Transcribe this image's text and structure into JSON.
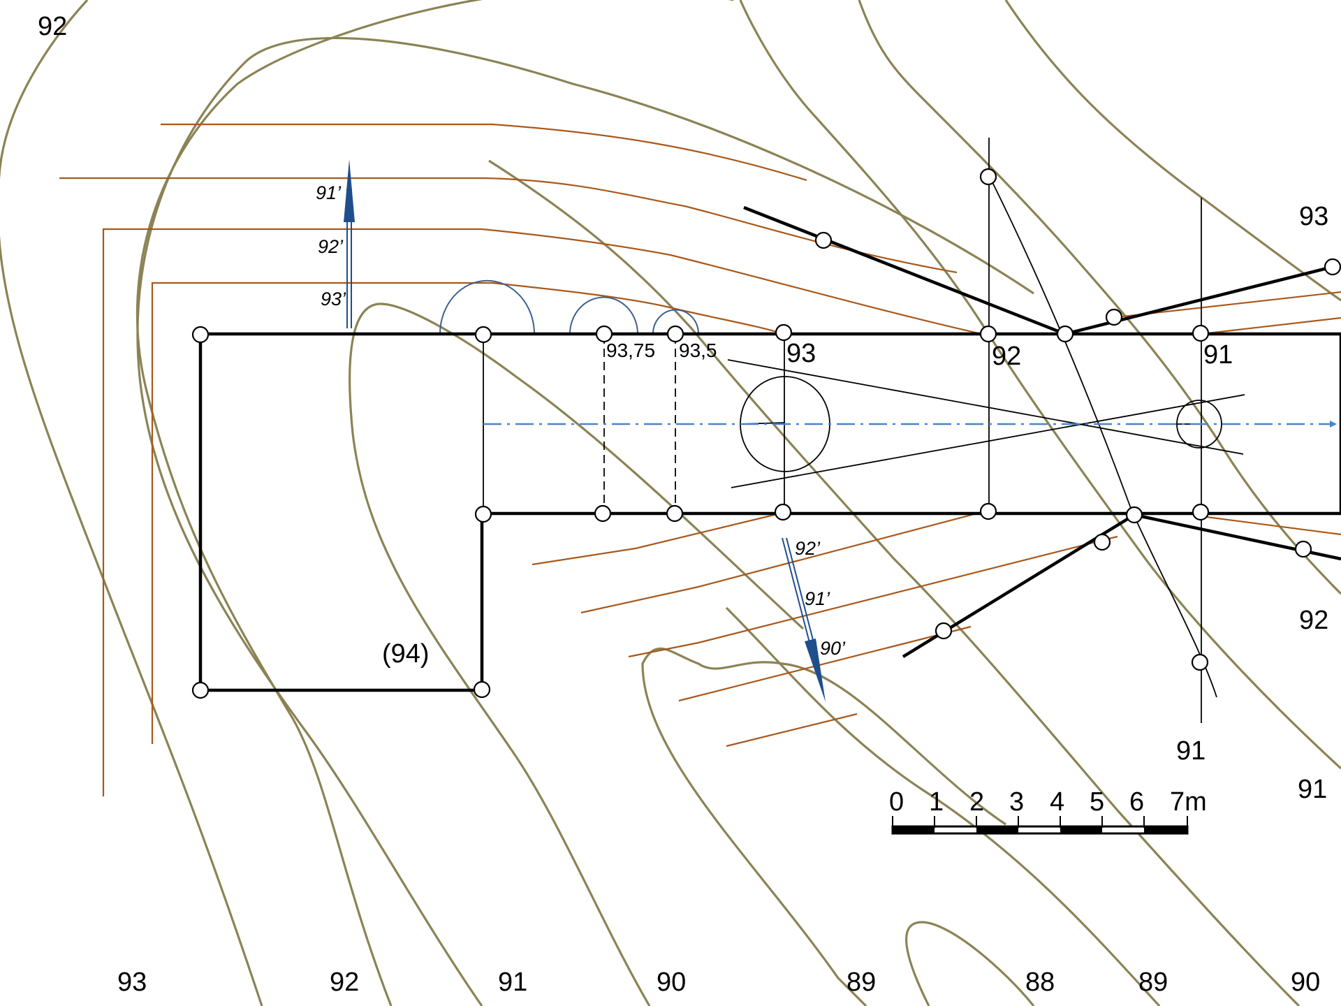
{
  "labels": {
    "c_top_left": "92",
    "c_right_93": "93",
    "c_right_92": "92",
    "c_right_91a": "91",
    "c_right_91b": "91",
    "pt_9375": "93,75",
    "pt_935": "93,5",
    "pt_93": "93",
    "pt_92": "92",
    "pt_91": "91",
    "room": "(94)"
  },
  "bottom_labels": [
    "93",
    "92",
    "91",
    "90",
    "89",
    "88",
    "89",
    "90"
  ],
  "arrow_up_labels": [
    "91’",
    "92’",
    "93’"
  ],
  "arrow_down_labels": [
    "92’",
    "91’",
    "90’"
  ],
  "scale_bar": {
    "ticks": [
      "0",
      "1",
      "2",
      "3",
      "4",
      "5",
      "6"
    ],
    "end_label": "7m"
  },
  "colors": {
    "contour": "#8b8355",
    "design_contour": "#a8581b",
    "arrow": "#1f4e8c",
    "axis": "#4a86cc"
  }
}
